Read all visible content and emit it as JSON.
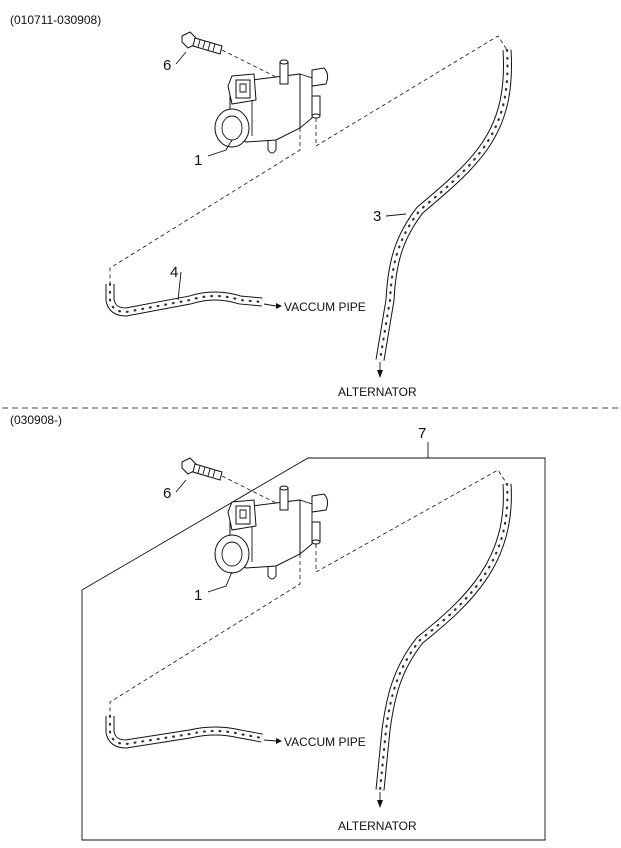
{
  "sections": [
    {
      "range_label": "(010711-030908)",
      "callouts": [
        "6",
        "1",
        "3",
        "4"
      ],
      "destinations": [
        "VACCUM PIPE",
        "ALTERNATOR"
      ]
    },
    {
      "range_label": "(030908-)",
      "callouts": [
        "7",
        "6",
        "1"
      ],
      "destinations": [
        "VACCUM PIPE",
        "ALTERNATOR"
      ]
    }
  ]
}
